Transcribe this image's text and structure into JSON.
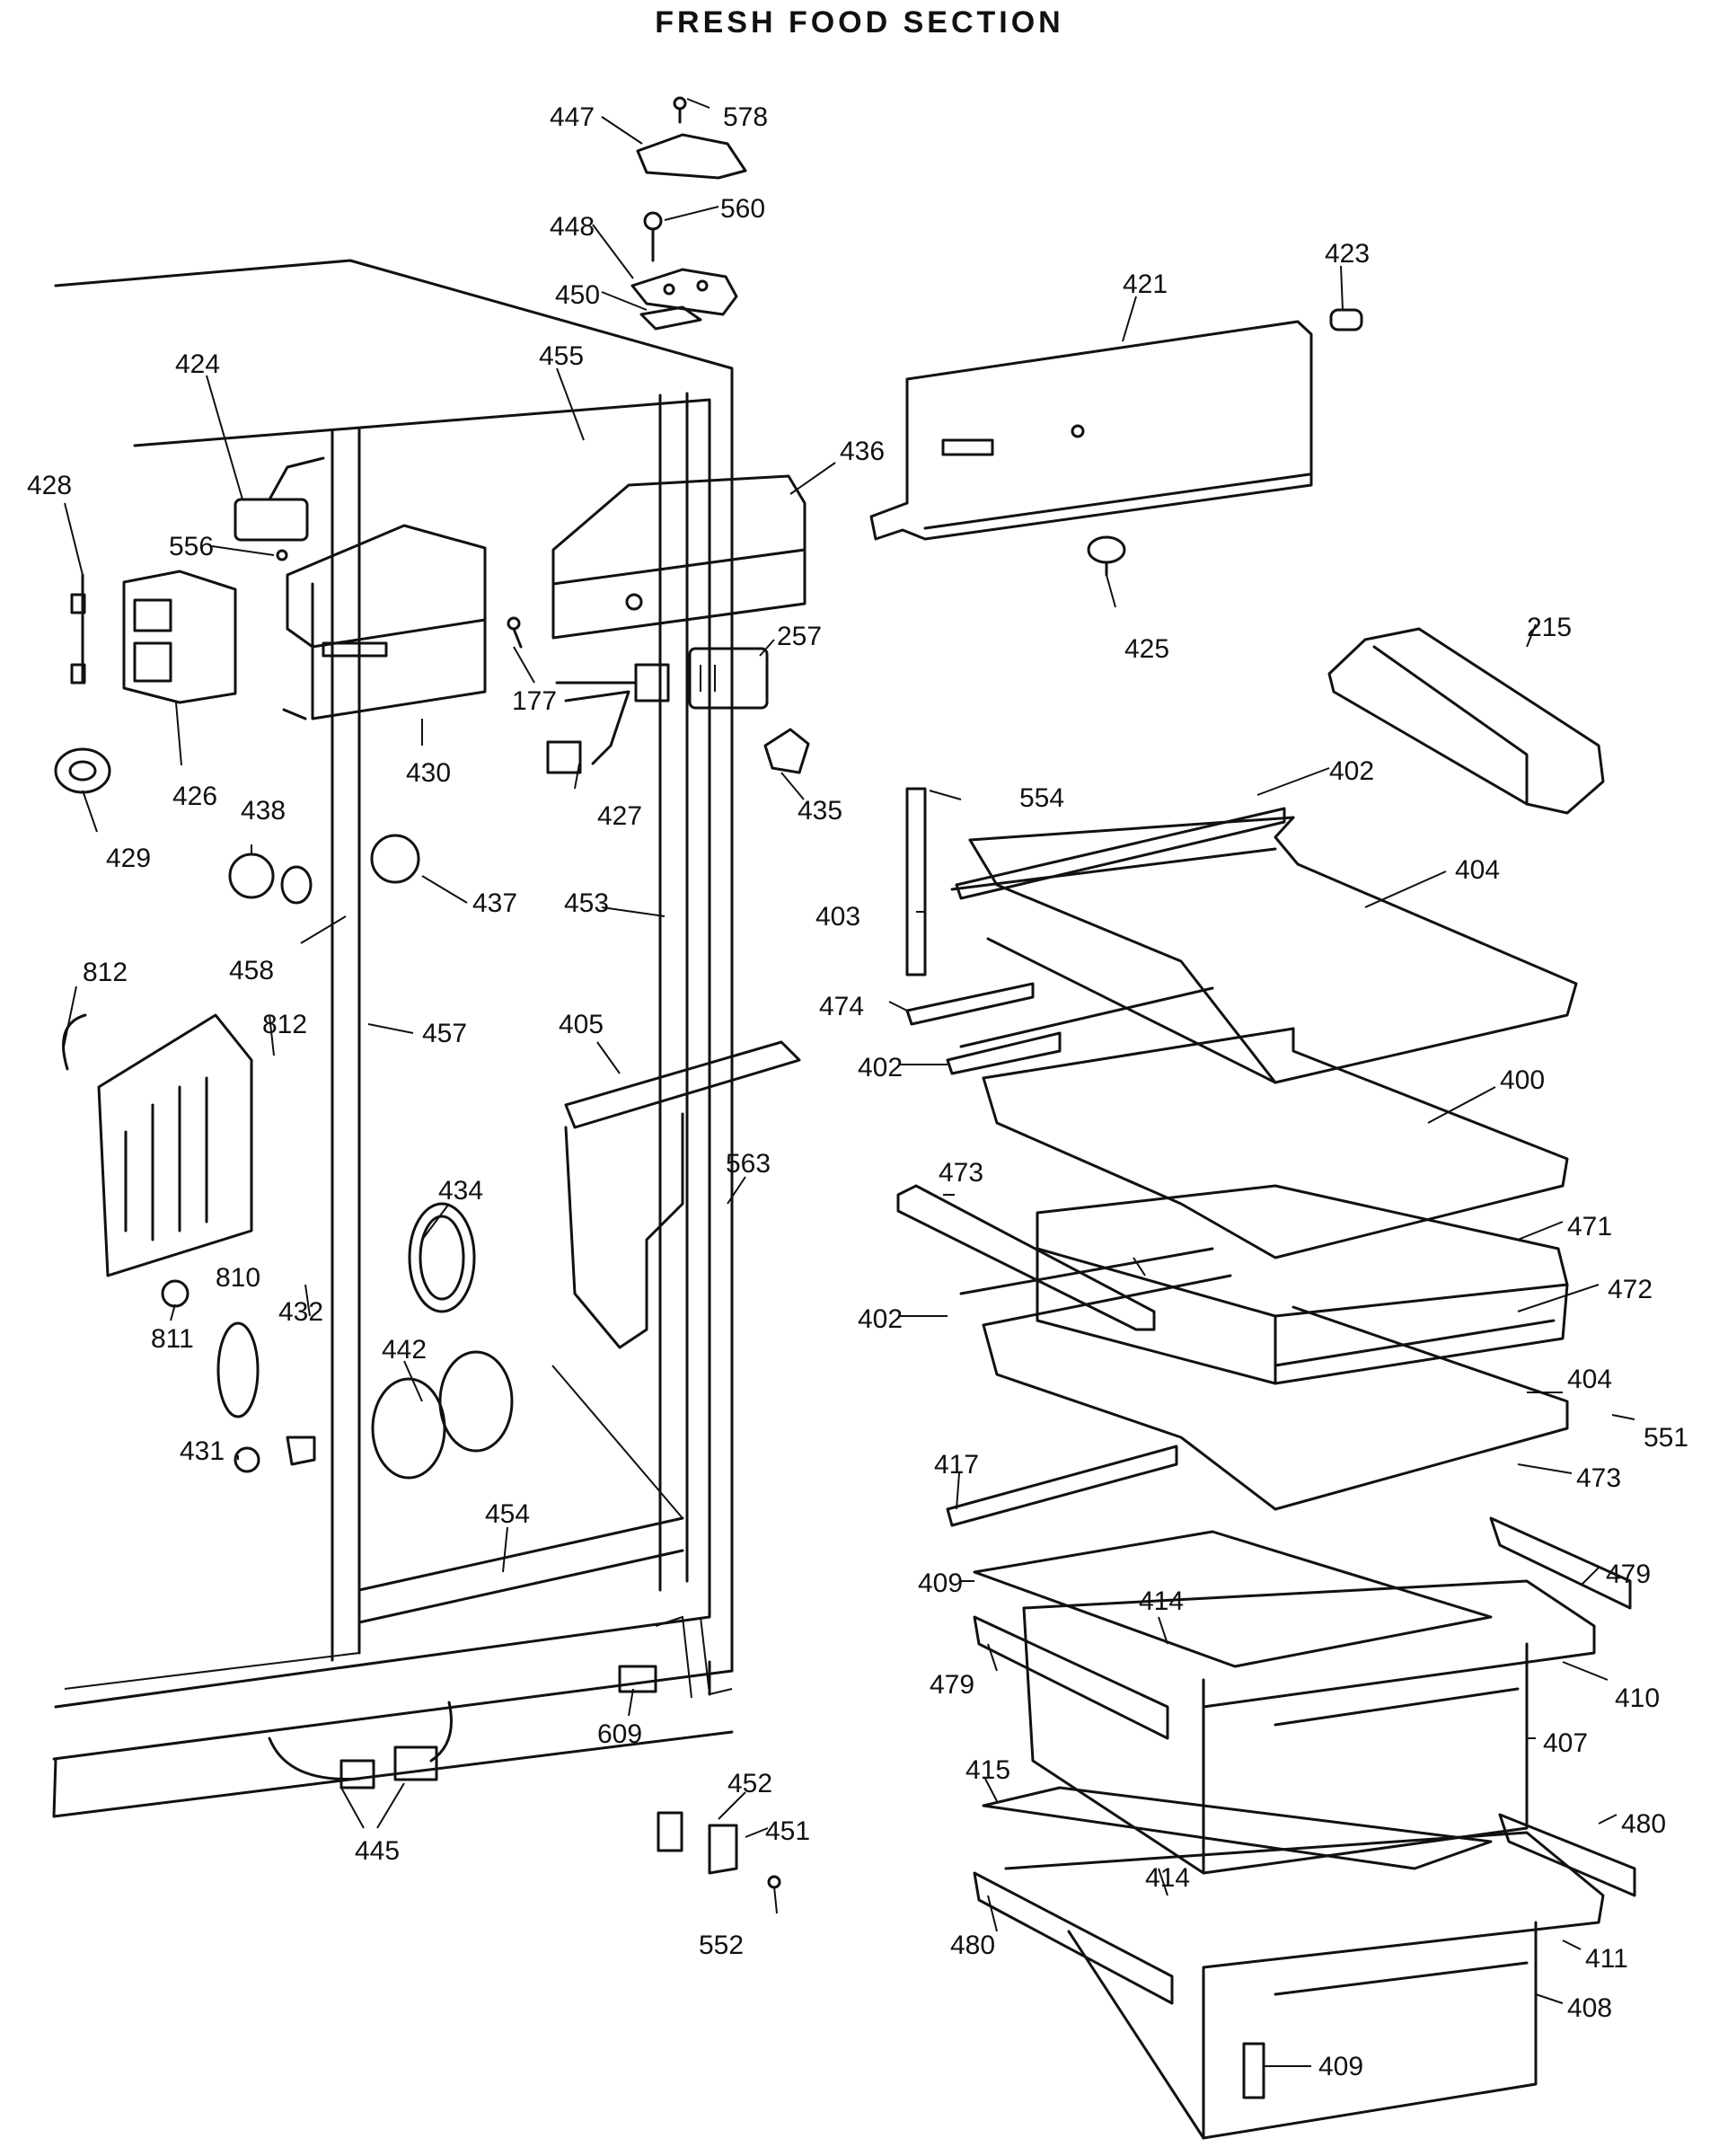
{
  "title": "FRESH FOOD SECTION",
  "labels": {
    "p447": "447",
    "p578": "578",
    "p448": "448",
    "p560": "560",
    "p450": "450",
    "p421": "421",
    "p423": "423",
    "p424": "424",
    "p455": "455",
    "p436": "436",
    "p428": "428",
    "p556": "556",
    "p426": "426",
    "p430": "430",
    "p177": "177",
    "p427": "427",
    "p257": "257",
    "p425": "425",
    "p215": "215",
    "p429": "429",
    "p438": "438",
    "p437": "437",
    "p453": "453",
    "p435": "435",
    "p554": "554",
    "p402a": "402",
    "p403": "403",
    "p404a": "404",
    "p812a": "812",
    "p812b": "812",
    "p458": "458",
    "p457": "457",
    "p405": "405",
    "p474": "474",
    "p402b": "402",
    "p400": "400",
    "p434": "434",
    "p563": "563",
    "p473a": "473",
    "p471": "471",
    "p810": "810",
    "p432": "432",
    "p442": "442",
    "p402c": "402",
    "p472": "472",
    "p811": "811",
    "p404b": "404",
    "p551": "551",
    "p431": "431",
    "p473b": "473",
    "p417": "417",
    "p454": "454",
    "p479a": "479",
    "p409a": "409",
    "p414a": "414",
    "p479b": "479",
    "p410": "410",
    "p407": "407",
    "p609": "609",
    "p415": "415",
    "p480a": "480",
    "p452": "452",
    "p451": "451",
    "p445": "445",
    "p414b": "414",
    "p480b": "480",
    "p411": "411",
    "p552": "552",
    "p408": "408",
    "p409b": "409"
  }
}
